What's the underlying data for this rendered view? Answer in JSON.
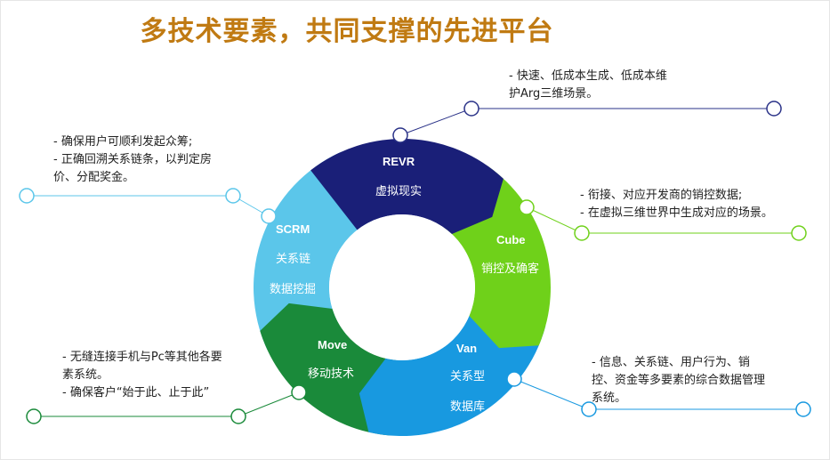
{
  "title": "多技术要素，共同支撑的先进平台",
  "colors": {
    "title": "#c07a12",
    "revr": "#1a1f78",
    "cube": "#6fd11a",
    "van": "#1899e0",
    "move": "#1a8a3a",
    "scrm": "#5bc6ea"
  },
  "segments": {
    "revr": {
      "name": "REVR",
      "desc": "虚拟现实"
    },
    "cube": {
      "name": "Cube",
      "desc": "销控及确客"
    },
    "van": {
      "name": "Van",
      "desc1": "关系型",
      "desc2": "数据库"
    },
    "move": {
      "name": "Move",
      "desc": "移动技术"
    },
    "scrm": {
      "name": "SCRM",
      "desc1": "关系链",
      "desc2": "数据挖掘"
    }
  },
  "notes": {
    "revr": {
      "line1": "- 快速、低成本生成、低成本维",
      "line2": "护Arg三维场景。"
    },
    "scrm": {
      "line1": "- 确保用户可顺利发起众筹;",
      "line2": "- 正确回溯关系链条，以判定房",
      "line3": "价、分配奖金。"
    },
    "cube": {
      "line1": "-    衔接、对应开发商的销控数据;",
      "line2": "-    在虚拟三维世界中生成对应的场景。"
    },
    "move": {
      "line1": "-     无缝连接手机与Pc等其他各要",
      "line2": "       素系统。",
      "line3": "-     确保客户“始于此、止于此”"
    },
    "van": {
      "line1": "- 信息、关系链、用户行为、销",
      "line2": "控、资金等多要素的综合数据管理",
      "line3": "系统。"
    }
  }
}
